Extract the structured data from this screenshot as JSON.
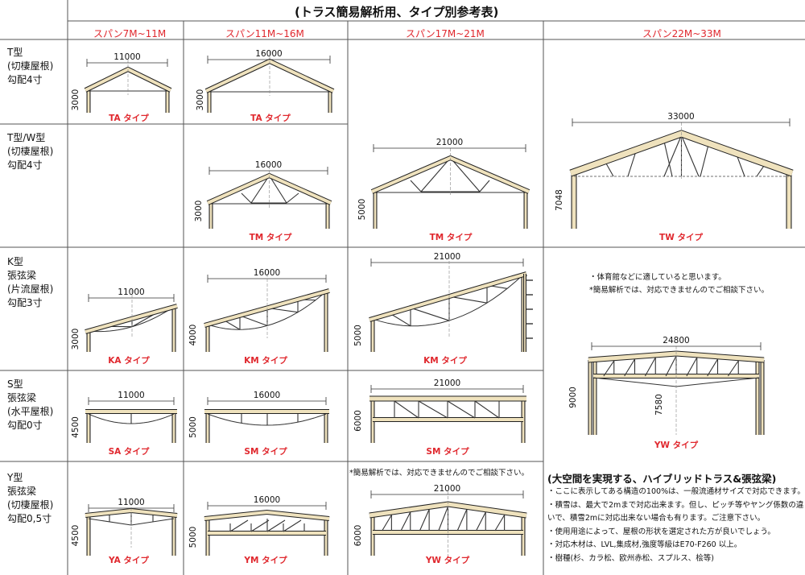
{
  "title": "(トラス簡易解析用、タイプ別参考表)",
  "columns": [
    "スパン7M~11M",
    "スパン11M~16M",
    "スパン17M~21M",
    "スパン22M~33M"
  ],
  "rows": [
    {
      "lines": [
        "T型",
        "(切棲屋根)",
        "勾配4寸"
      ]
    },
    {
      "lines": [
        "T型/W型",
        "(切棲屋根)",
        "勾配4寸"
      ]
    },
    {
      "lines": [
        "K型",
        "張弦梁",
        "(片流屋根)",
        "勾配3寸"
      ]
    },
    {
      "lines": [
        "S型",
        "張弦梁",
        "(水平屋根)",
        "勾配0寸"
      ]
    },
    {
      "lines": [
        "Y型",
        "張弦梁",
        "(切棲屋根)",
        "勾配0,5寸"
      ]
    }
  ],
  "cells": {
    "TA1": {
      "tag": "TA タイプ",
      "span": "11000",
      "height": "3000"
    },
    "TA2": {
      "tag": "TA タイプ",
      "span": "16000",
      "height": "3000"
    },
    "TM2": {
      "tag": "TM タイプ",
      "span": "16000",
      "height": "3000"
    },
    "TM3": {
      "tag": "TM タイプ",
      "span": "21000",
      "height": "5000"
    },
    "TW": {
      "tag": "TW タイプ",
      "span": "33000",
      "height": "7048"
    },
    "KA": {
      "tag": "KA タイプ",
      "span": "11000",
      "height": "3000"
    },
    "KM2": {
      "tag": "KM タイプ",
      "span": "16000",
      "height": "4000"
    },
    "KM3": {
      "tag": "KM タイプ",
      "span": "21000",
      "height": "5000"
    },
    "SA": {
      "tag": "SA タイプ",
      "span": "11000",
      "height": "4500"
    },
    "SM2": {
      "tag": "SM タイプ",
      "span": "16000",
      "height": "5000"
    },
    "SM3": {
      "tag": "SM タイプ",
      "span": "21000",
      "height": "6000"
    },
    "YA": {
      "tag": "YA タイプ",
      "span": "11000",
      "height": "4500"
    },
    "YM": {
      "tag": "YM タイプ",
      "span": "16000",
      "height": "5000"
    },
    "YW": {
      "tag": "YW タイプ",
      "span": "21000",
      "height": "6000"
    },
    "YWbig": {
      "tag": "YW タイプ",
      "span": "24800",
      "height": "9000",
      "inner": "7580"
    }
  },
  "notes_gym": [
    "・体育館などに適していると思います。",
    "*簡易解析では、対応できませんのでご相談下さい。"
  ],
  "note_yw": "*簡易解析では、対応できませんのでご相談下さい。",
  "hybrid": {
    "heading": "(大空間を実現する、ハイブリッドトラス&張弦梁)",
    "lines": [
      "・ここに表示してある構造の100%は、一般流通材サイズで対応できます。",
      "・積雪は、最大で2mまで対応出来ます。但し、ピッチ等やヤング係数の違",
      "いで、積雪2mに対応出来ない場合も有ります。ご注意下さい。",
      "・使用用途によって、屋根の形状を選定された方が良いでしょう。",
      "・対応木材は、LVL,集成材,強度等級はE70-F260 以上。",
      "・樹種(杉、カラ松、欧州赤松、スプルス、桧等)"
    ]
  },
  "colors": {
    "accent": "#e0282e",
    "timber": "#efe2bd",
    "line": "#222222"
  }
}
